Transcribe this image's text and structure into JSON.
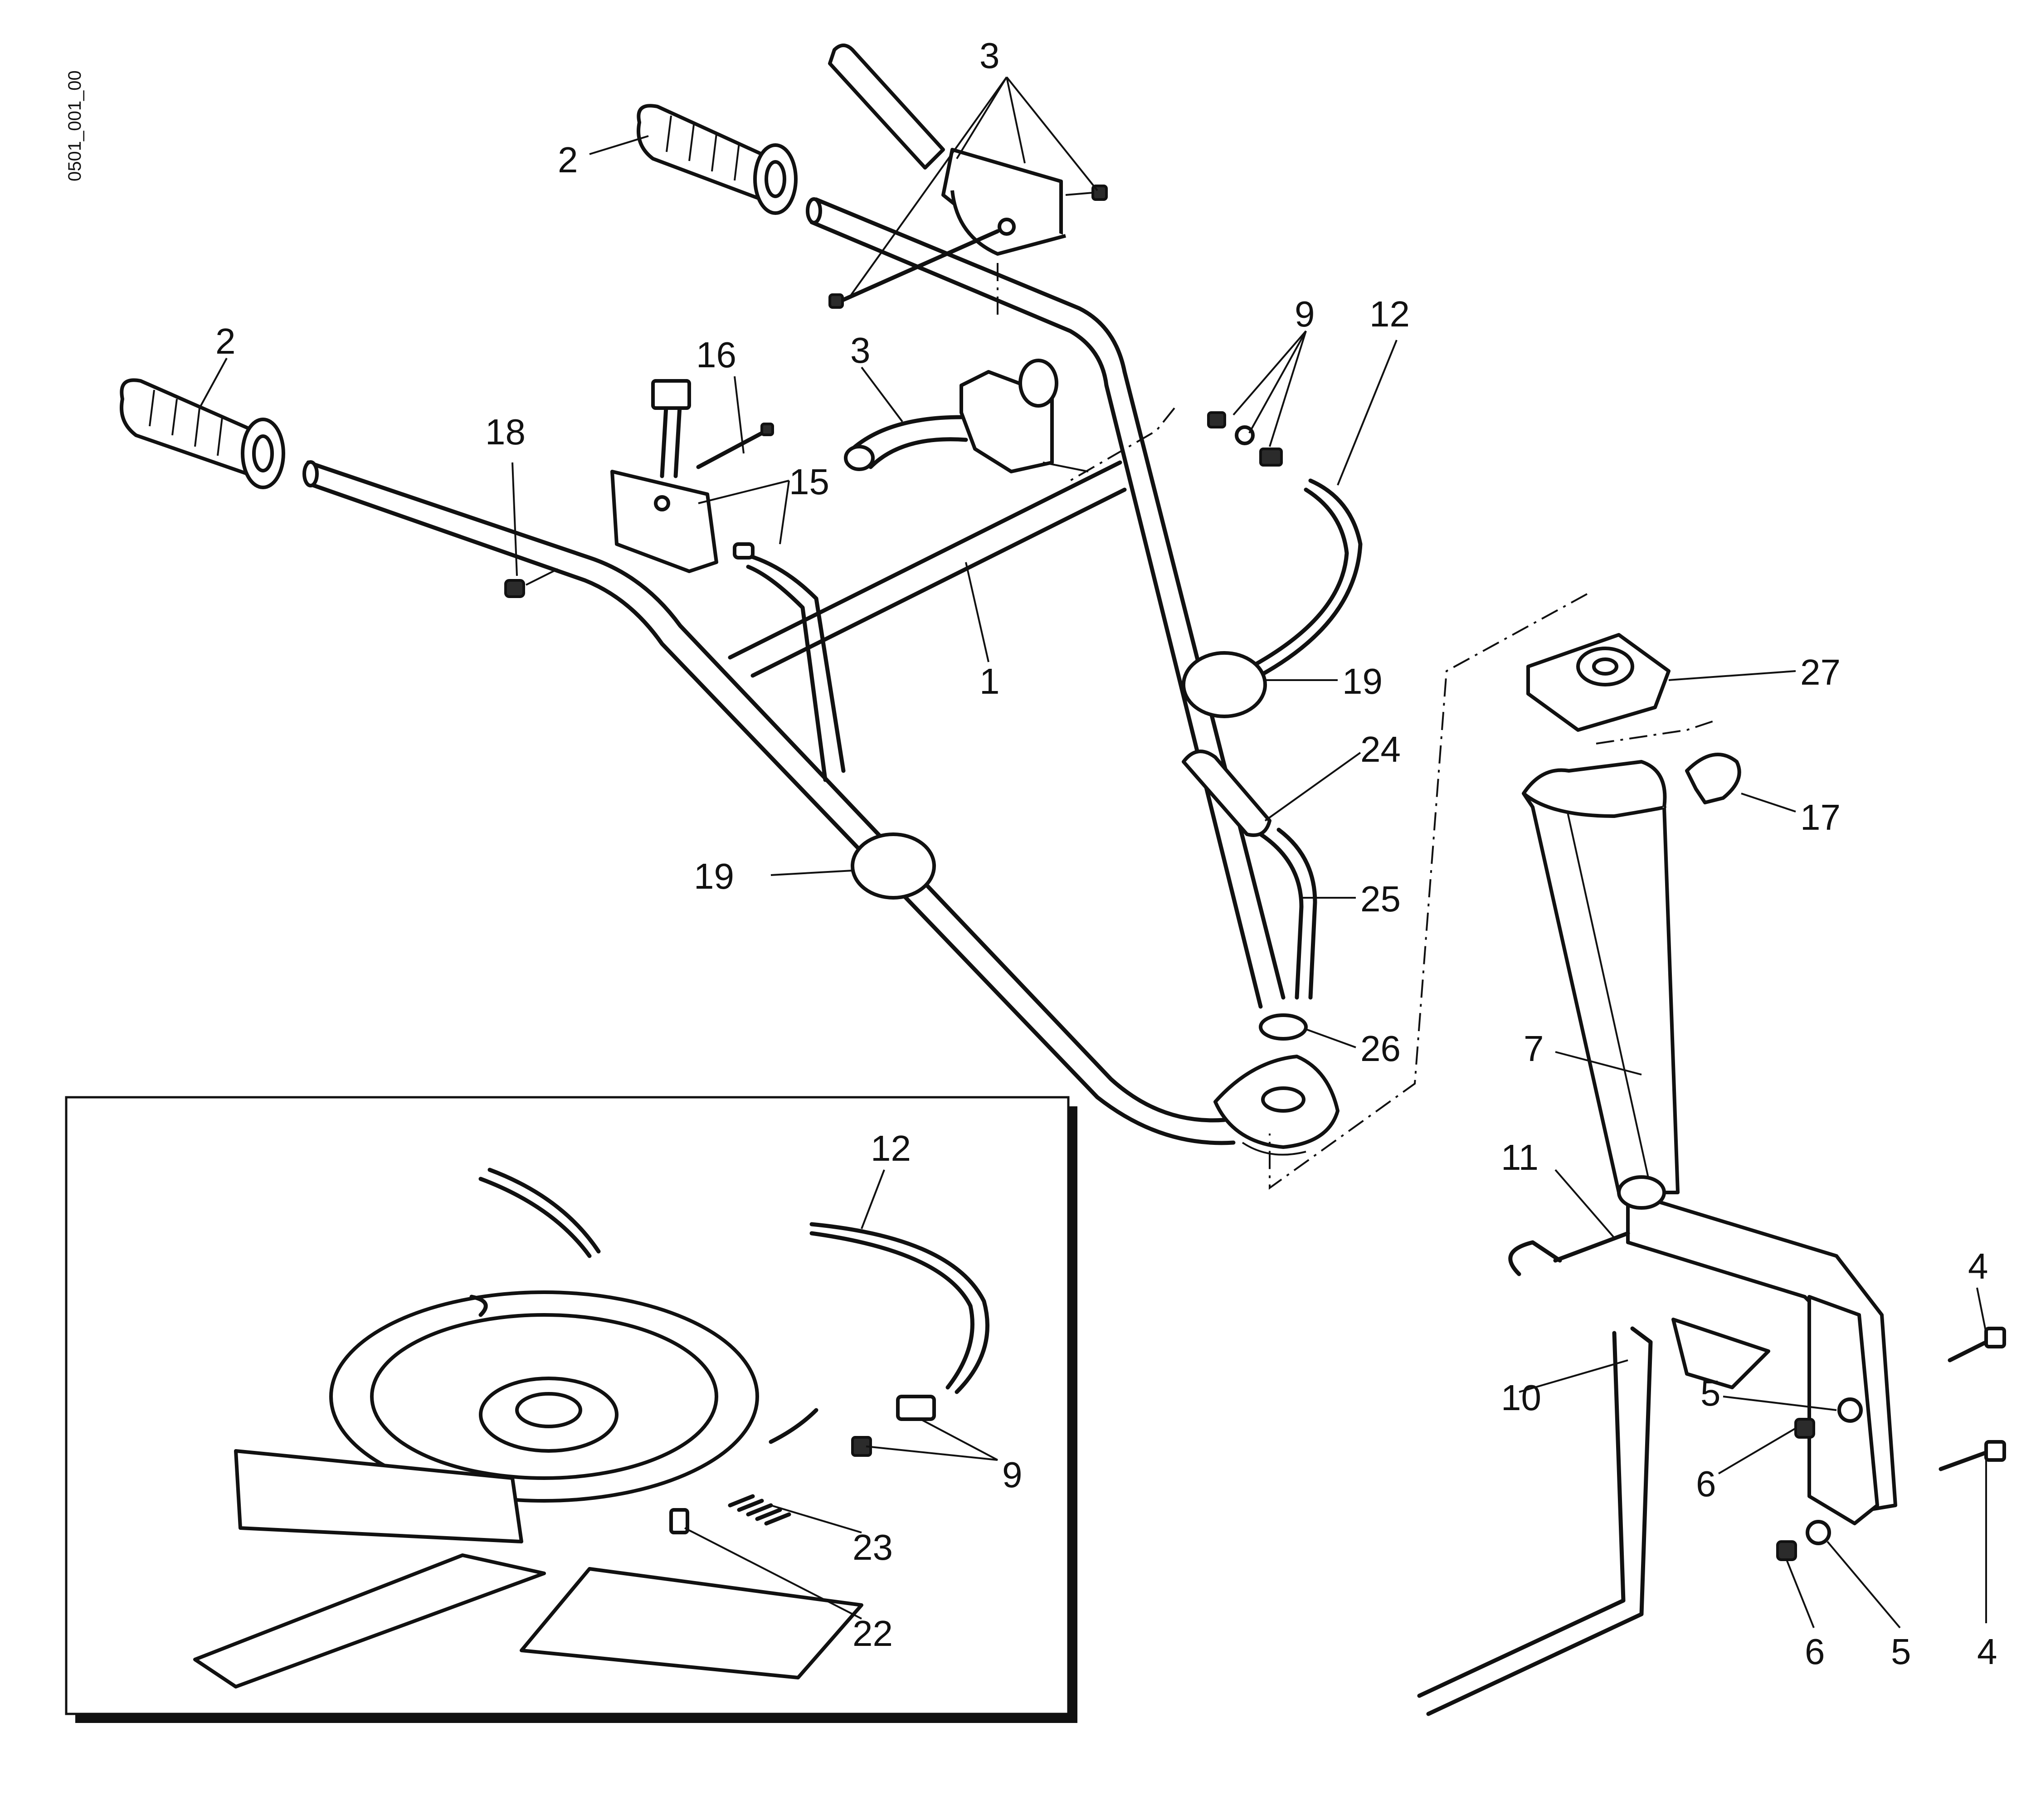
{
  "drawing_code": "0501_001_00",
  "callouts": {
    "c1": "1",
    "c2a": "2",
    "c2b": "2",
    "c3a": "3",
    "c3b": "3",
    "c4a": "4",
    "c4b": "4",
    "c5a": "5",
    "c5b": "5",
    "c6a": "6",
    "c6b": "6",
    "c7": "7",
    "c9a": "9",
    "c9b": "9",
    "c10": "10",
    "c11": "11",
    "c12a": "12",
    "c12b": "12",
    "c15": "15",
    "c16": "16",
    "c17": "17",
    "c18": "18",
    "c19a": "19",
    "c19b": "19",
    "c22": "22",
    "c23": "23",
    "c24": "24",
    "c25": "25",
    "c26": "26",
    "c27": "27"
  }
}
